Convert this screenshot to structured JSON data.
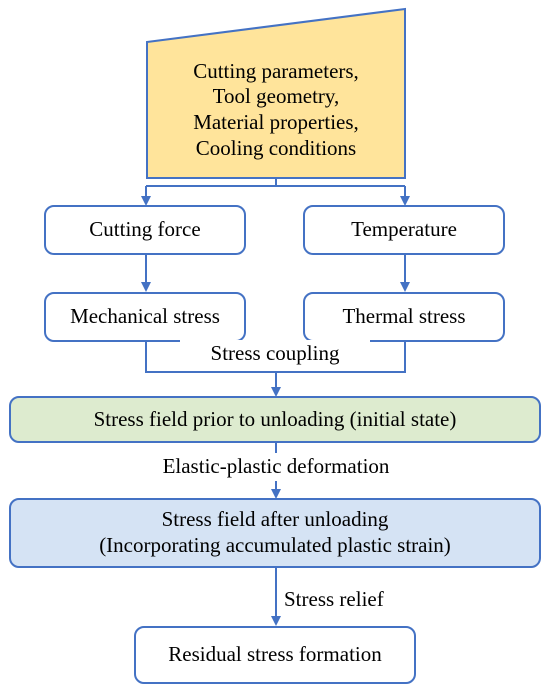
{
  "inputs": {
    "lines": [
      "Cutting parameters,",
      "Tool geometry,",
      "Material properties,",
      "Cooling conditions"
    ],
    "fill": "#FFE49B"
  },
  "left_branch": {
    "top": "Cutting force",
    "bottom": "Mechanical stress"
  },
  "right_branch": {
    "top": "Temperature",
    "bottom": "Thermal stress"
  },
  "coupling_label": "Stress coupling",
  "initial_state": {
    "text": "Stress field prior to unloading (initial state)",
    "fill": "#DDEBCF"
  },
  "deformation_label": "Elastic-plastic deformation",
  "after_unloading": {
    "lines": [
      "Stress field after unloading",
      "(Incorporating accumulated plastic strain)"
    ],
    "fill": "#D5E3F4"
  },
  "relief_label": "Stress relief",
  "result": "Residual stress formation",
  "colors": {
    "stroke": "#4472C4",
    "arrow": "#4472C4"
  }
}
